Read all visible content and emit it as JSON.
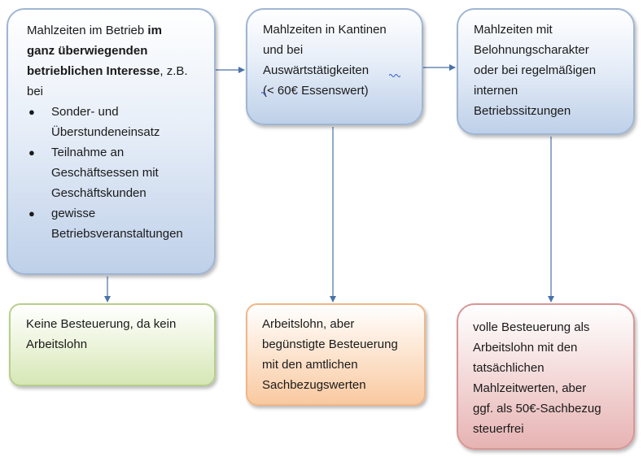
{
  "boxes": {
    "top_left": {
      "line1": "Mahlzeiten im Betrieb ",
      "line1_bold": "im",
      "line2_bold": "ganz überwiegenden",
      "line3_bold": "betrieblichen Interesse",
      "line3_rest": ", z.B.",
      "line4": "bei",
      "bullets": [
        {
          "lines": [
            "Sonder- und",
            "Überstundeneinsatz"
          ]
        },
        {
          "lines": [
            "Teilnahme an",
            "Geschäftsessen mit",
            "Geschäftskunden"
          ]
        },
        {
          "lines": [
            "gewisse",
            "Betriebsveranstaltungen"
          ]
        }
      ],
      "bullet_symbol": "●"
    },
    "top_middle": {
      "lines": [
        "Mahlzeiten in Kantinen",
        "und bei",
        "Auswärtstätigkeiten",
        "(< 60€ Essenswert)"
      ]
    },
    "top_right": {
      "lines": [
        "Mahlzeiten mit",
        "Belohnungscharakter",
        "oder bei regelmäßigen",
        "internen",
        "Betriebssitzungen"
      ]
    },
    "bottom_left": {
      "lines": [
        "Keine Besteuerung, da kein",
        "Arbeitslohn"
      ]
    },
    "bottom_middle": {
      "lines": [
        "Arbeitslohn, aber",
        "begünstigte Besteuerung",
        "mit den amtlichen",
        "Sachbezugswerten"
      ]
    },
    "bottom_right": {
      "lines": [
        "volle Besteuerung als",
        "Arbeitslohn mit den",
        "tatsächlichen",
        "Mahlzeitwerten, aber",
        "ggf. als 50€-Sachbezug",
        "steuerfrei"
      ]
    }
  },
  "colors": {
    "arrow": "#4a72a8",
    "spell_squiggle": "#3a5fc8"
  }
}
